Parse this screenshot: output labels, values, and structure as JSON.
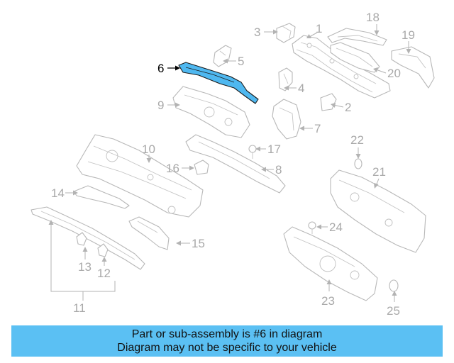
{
  "diagram": {
    "highlighted_part": "6",
    "callouts": {
      "c1": "1",
      "c2": "2",
      "c3": "3",
      "c4": "4",
      "c5": "5",
      "c6": "6",
      "c7": "7",
      "c8": "8",
      "c9": "9",
      "c10": "10",
      "c11": "11",
      "c12": "12",
      "c13": "13",
      "c14": "14",
      "c15": "15",
      "c16": "16",
      "c17": "17",
      "c18": "18",
      "c19": "19",
      "c20": "20",
      "c21": "21",
      "c22": "22",
      "c23": "23",
      "c24": "24",
      "c25": "25"
    },
    "colors": {
      "highlight": "#4fb8f0",
      "banner": "#5bc0f3",
      "lines": "#b8b8b8"
    }
  },
  "banner": {
    "line1": "Part or sub-assembly is #6 in diagram",
    "line2": "Diagram may not be specific to your vehicle"
  }
}
